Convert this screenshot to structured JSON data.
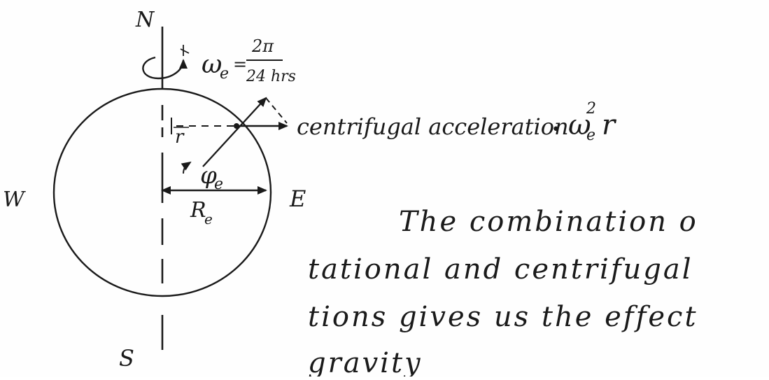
{
  "compass": {
    "north": "N",
    "south": "S",
    "west": "W",
    "east": "E"
  },
  "rotation": {
    "omega_symbol": "ω",
    "omega_subscript": "e",
    "equals": "=",
    "numerator": "2π",
    "denominator": "24 hrs"
  },
  "labels": {
    "r": "r",
    "phi": "φ",
    "phi_subscript": "e",
    "radius": "R",
    "radius_subscript": "e",
    "centrifugal": "centrifugal acceleration",
    "centrifugal_formula_dot": "•",
    "centrifugal_formula_omega": "ω",
    "centrifugal_formula_sub": "e",
    "centrifugal_formula_sup": "2",
    "centrifugal_formula_r": "r"
  },
  "text_block": {
    "line1": "The combination o",
    "line2": "tational and centrifugal",
    "line3": "tions gives us the effect",
    "line4": "gravity"
  }
}
